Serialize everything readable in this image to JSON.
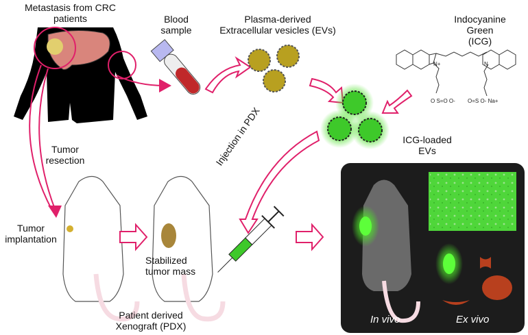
{
  "labels": {
    "metastasis": [
      "Metastasis from CRC",
      "patients"
    ],
    "blood_sample": [
      "Blood",
      "sample"
    ],
    "plasma_evs": [
      "Plasma-derived",
      "Extracellular vesicles (EVs)"
    ],
    "icg": [
      "Indocyanine",
      "Green",
      "(ICG)"
    ],
    "icg_loaded_evs": [
      "ICG-loaded",
      "EVs"
    ],
    "tumor_resection": [
      "Tumor",
      "resection"
    ],
    "tumor_implantation": [
      "Tumor",
      "implantation"
    ],
    "stabilized_tumor": [
      "Stabilized",
      "tumor mass"
    ],
    "pdx": [
      "Patient derived",
      "Xenograft (PDX)"
    ],
    "injection": "Injection in PDX",
    "in_vivo": "In vivo",
    "ex_vivo": "Ex vivo"
  },
  "molecule": {
    "n_plus": "N+",
    "n": "N",
    "sulfonate_left": [
      "O",
      "S=O",
      "O-"
    ],
    "sulfonate_right": [
      "O",
      "O=S",
      "O- Na+"
    ]
  },
  "colors": {
    "arrow": "#e0206a",
    "ev_gold": "#b8a020",
    "ev_green": "#3ec92a",
    "glow": "#5dff3a",
    "panel_bg": "#1c1c1c",
    "blood": "#c0282a",
    "tube_cap": "#b8b8f0",
    "organ": "#b8401e",
    "mouse_white": "#ffffff",
    "mouse_pink": "#f6dbe2",
    "mouse_grey": "#6a6a6a"
  },
  "icons": [
    "human-silhouette-icon",
    "liver-icon",
    "blood-tube-icon",
    "vesicle-icon",
    "molecule-icon",
    "mouse-icon",
    "syringe-icon",
    "organ-icon",
    "histology-image"
  ]
}
